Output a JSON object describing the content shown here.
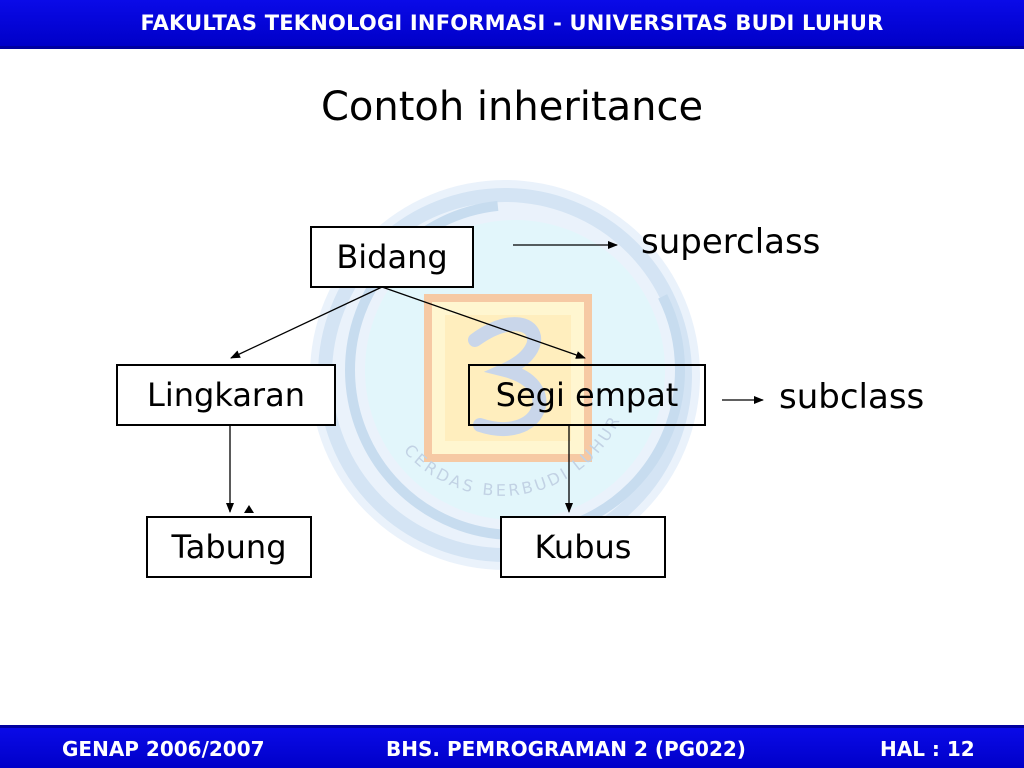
{
  "header": {
    "title": "FAKULTAS TEKNOLOGI INFORMASI - UNIVERSITAS BUDI LUHUR"
  },
  "slide": {
    "title": "Contoh inheritance"
  },
  "diagram": {
    "nodes": {
      "bidang": "Bidang",
      "lingkaran": "Lingkaran",
      "segi_empat": "Segi empat",
      "tabung": "Tabung",
      "kubus": "Kubus"
    },
    "labels": {
      "superclass": "superclass",
      "subclass": "subclass"
    }
  },
  "watermark": {
    "text": "CERDAS BERBUDI LUHUR"
  },
  "footer": {
    "left": "GENAP 2006/2007",
    "center": "BHS. PEMROGRAMAN 2 (PG022)",
    "right": "HAL : 12"
  }
}
